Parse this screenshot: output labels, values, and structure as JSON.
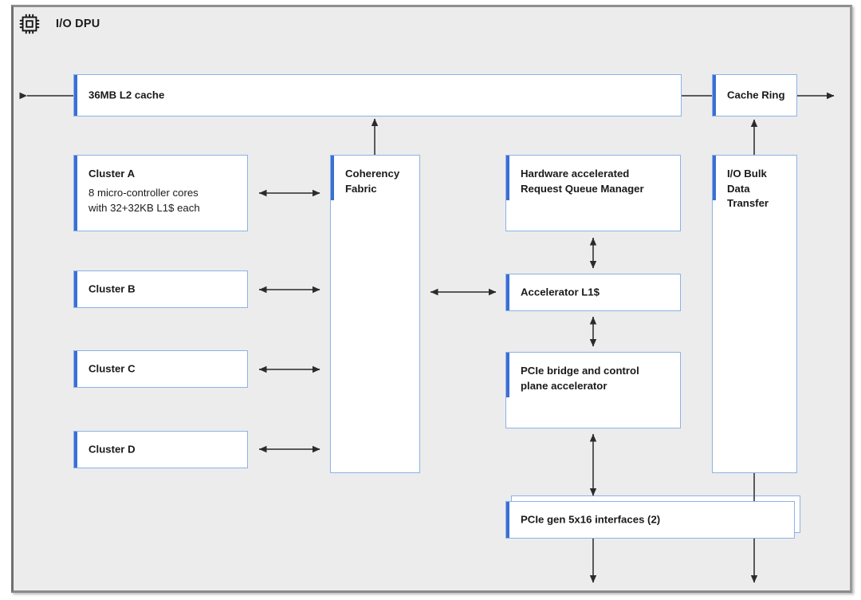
{
  "diagram": {
    "title": "I/O DPU",
    "icon": "chip-icon",
    "colors": {
      "accent_blue": "#3b6fd4",
      "border_blue": "#8cb2e8",
      "panel_bg": "#ececec",
      "box_bg": "#ffffff",
      "frame_border": "#8f8f8f",
      "wire": "#4d4d4d",
      "text": "#1a1a1a"
    },
    "nodes": [
      {
        "id": "l2cache",
        "title": "36MB L2 cache",
        "body": ""
      },
      {
        "id": "cachering",
        "title": "Cache Ring",
        "body": ""
      },
      {
        "id": "clusterA",
        "title": "Cluster A",
        "body": "8 micro-controller cores\nwith 32+32KB L1$ each"
      },
      {
        "id": "clusterB",
        "title": "Cluster B",
        "body": ""
      },
      {
        "id": "clusterC",
        "title": "Cluster C",
        "body": ""
      },
      {
        "id": "clusterD",
        "title": "Cluster D",
        "body": ""
      },
      {
        "id": "fabric",
        "title": "Coherency\nFabric",
        "body": ""
      },
      {
        "id": "rqm",
        "title": "Hardware accelerated\nRequest Queue Manager",
        "body": ""
      },
      {
        "id": "accl1",
        "title": "Accelerator L1$",
        "body": ""
      },
      {
        "id": "pciebridge",
        "title": "PCIe bridge and control\nplane accelerator",
        "body": ""
      },
      {
        "id": "iobulk",
        "title": "I/O Bulk\nData\nTransfer",
        "body": ""
      },
      {
        "id": "pcieif",
        "title": "PCIe gen 5x16 interfaces (2)",
        "body": ""
      }
    ],
    "connections": [
      {
        "from": "l2cache",
        "to": "external-left",
        "type": "arrow-single"
      },
      {
        "from": "l2cache",
        "to": "cachering",
        "type": "line"
      },
      {
        "from": "cachering",
        "to": "external-right",
        "type": "arrow-single"
      },
      {
        "from": "fabric",
        "to": "l2cache",
        "type": "arrow-single"
      },
      {
        "from": "clusterA",
        "to": "fabric",
        "type": "arrow-double"
      },
      {
        "from": "clusterB",
        "to": "fabric",
        "type": "arrow-double"
      },
      {
        "from": "clusterC",
        "to": "fabric",
        "type": "arrow-double"
      },
      {
        "from": "clusterD",
        "to": "fabric",
        "type": "arrow-double"
      },
      {
        "from": "fabric",
        "to": "accl1",
        "type": "arrow-double"
      },
      {
        "from": "rqm",
        "to": "accl1",
        "type": "arrow-double"
      },
      {
        "from": "accl1",
        "to": "pciebridge",
        "type": "arrow-double"
      },
      {
        "from": "pciebridge",
        "to": "pcieif",
        "type": "arrow-double"
      },
      {
        "from": "iobulk",
        "to": "cachering",
        "type": "arrow-single"
      },
      {
        "from": "iobulk",
        "to": "pcieif",
        "type": "line"
      },
      {
        "from": "pcieif",
        "to": "external-bottom-left",
        "type": "arrow-single"
      },
      {
        "from": "pcieif",
        "to": "external-bottom-right",
        "type": "arrow-single"
      }
    ]
  }
}
